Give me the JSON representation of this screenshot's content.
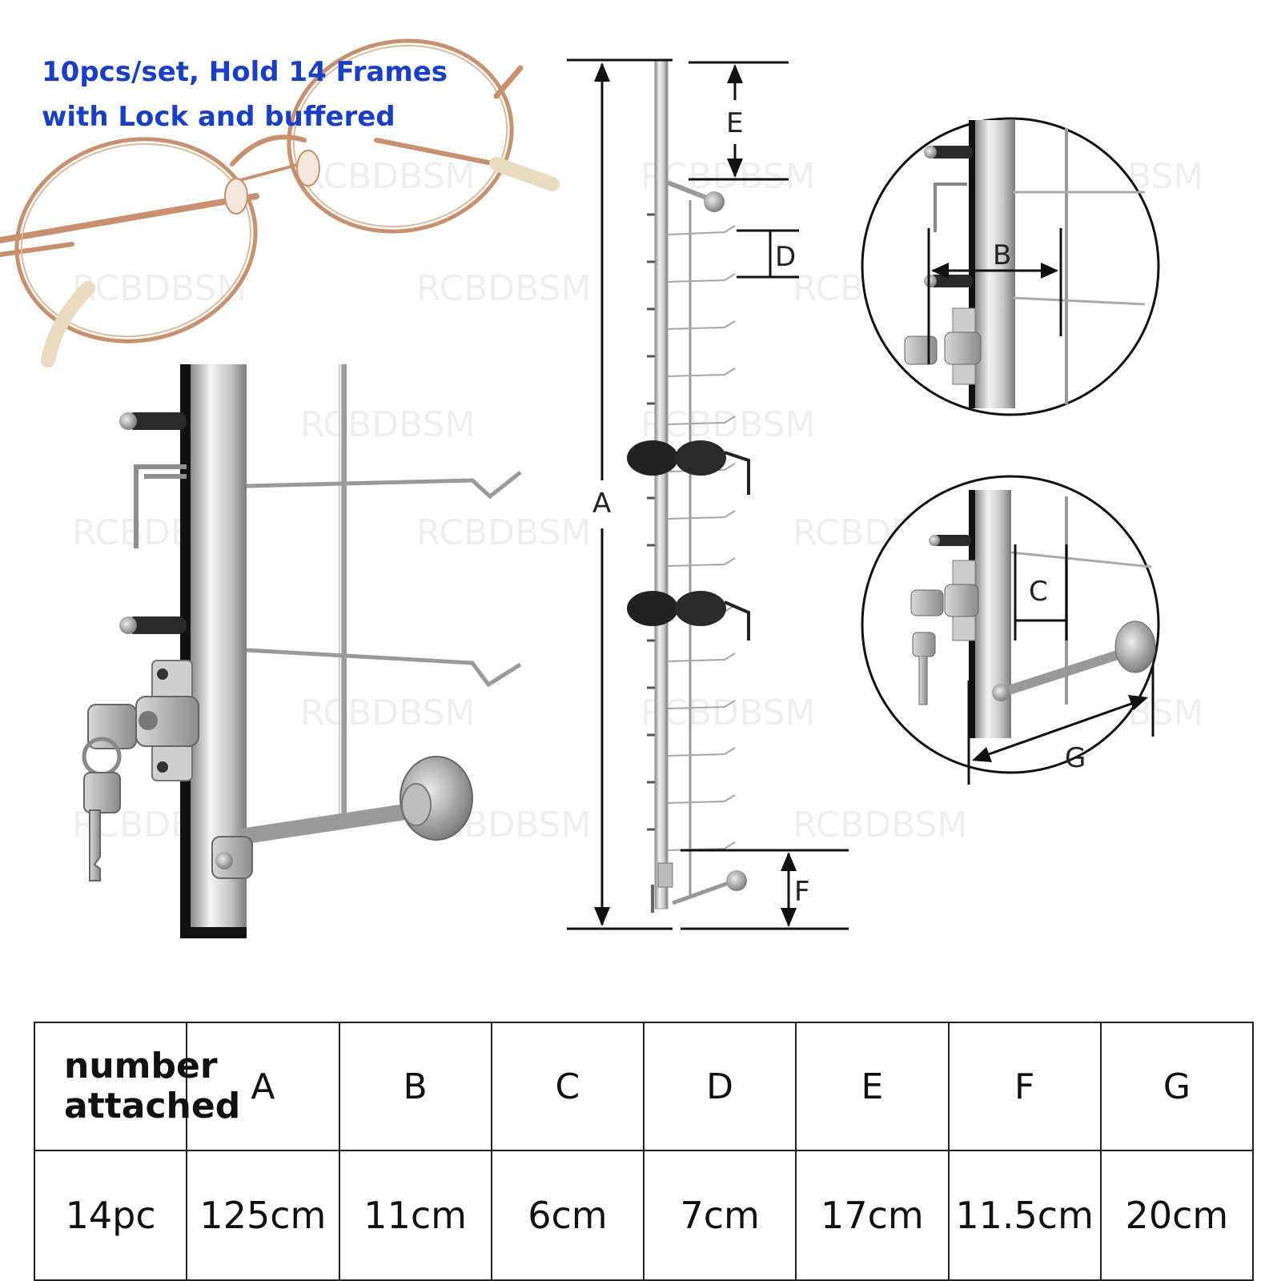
{
  "headline": {
    "line1": "10pcs/set, Hold 14 Frames",
    "line2": "with Lock and buffered"
  },
  "watermark": "RCBDBSM",
  "dimension_labels": {
    "A": "A",
    "B": "B",
    "C": "C",
    "D": "D",
    "E": "E",
    "F": "F",
    "G": "G"
  },
  "spec_table": {
    "headers": [
      "number attached",
      "A",
      "B",
      "C",
      "D",
      "E",
      "F",
      "G"
    ],
    "values": [
      "14pc",
      "125cm",
      "11cm",
      "6cm",
      "7cm",
      "17cm",
      "11.5cm",
      "20cm"
    ]
  },
  "colors": {
    "headline": "#1a3fc4",
    "frame_gold": "#c9906f",
    "metal": "#b8b8b8"
  }
}
